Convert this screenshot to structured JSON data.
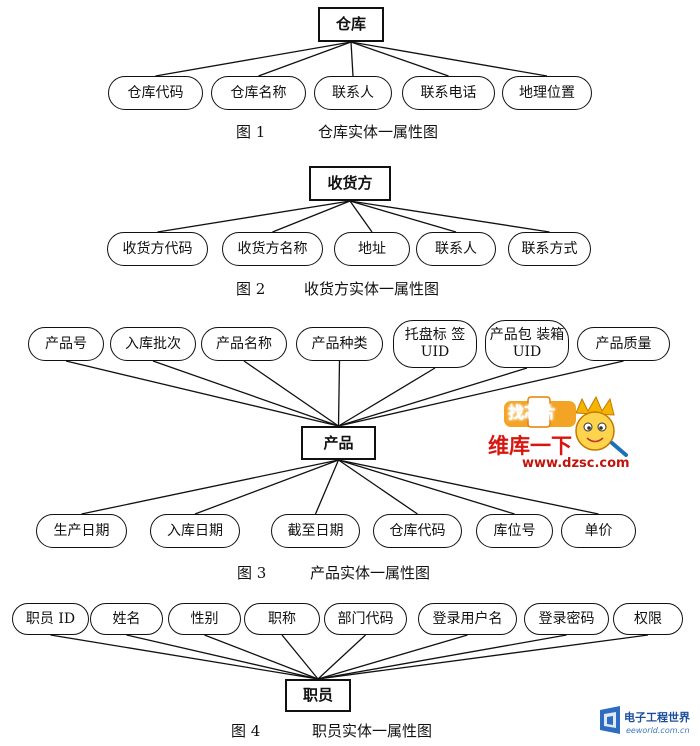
{
  "figures": [
    {
      "entity": "仓库",
      "attributes": [
        "仓库代码",
        "仓库名称",
        "联系人",
        "联系电话",
        "地理位置"
      ],
      "caption_num": "图 1",
      "caption_text": "仓库实体一属性图"
    },
    {
      "entity": "收货方",
      "attributes": [
        "收货方代码",
        "收货方名称",
        "地址",
        "联系人",
        "联系方式"
      ],
      "caption_num": "图 2",
      "caption_text": "收货方实体一属性图"
    },
    {
      "entity": "产品",
      "attributes_top": [
        "产品号",
        "入库批次",
        "产品名称",
        "产品种类",
        "托盘标\n签 UID",
        "产品包\n装箱 UID",
        "产品质量"
      ],
      "attributes_bottom": [
        "生产日期",
        "入库日期",
        "截至日期",
        "仓库代码",
        "库位号",
        "单价"
      ],
      "caption_num": "图 3",
      "caption_text": "产品实体一属性图"
    },
    {
      "entity": "职员",
      "attributes": [
        "职员 ID",
        "姓名",
        "性别",
        "职称",
        "部门代码",
        "登录用户名",
        "登录密码",
        "权限"
      ],
      "caption_num": "图 4",
      "caption_text": "职员实体一属性图"
    }
  ],
  "watermark": {
    "badge": "找芯片",
    "title": "维库一下",
    "url": "www.dzsc.com",
    "logo_text": "电子工程世界",
    "logo_sub": "eeworld.com.cn"
  },
  "colors": {
    "line": "#111111",
    "watermark_red": "#d8160f",
    "watermark_orange": "#f39c12",
    "logo_blue": "#1a4d9b"
  }
}
